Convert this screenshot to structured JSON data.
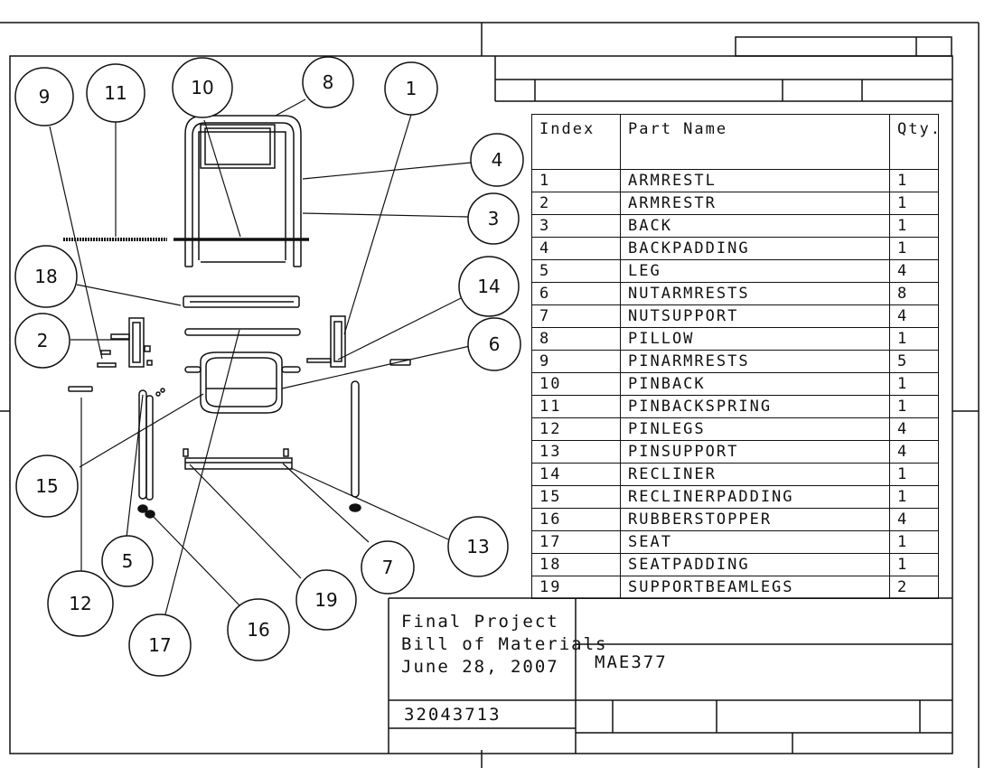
{
  "bom": {
    "headers": [
      "Index",
      "Part Name",
      "Qty."
    ],
    "rows": [
      [
        "1",
        "ARMRESTL",
        "1"
      ],
      [
        "2",
        "ARMRESTR",
        "1"
      ],
      [
        "3",
        "BACK",
        "1"
      ],
      [
        "4",
        "BACKPADDING",
        "1"
      ],
      [
        "5",
        "LEG",
        "4"
      ],
      [
        "6",
        "NUTARMRESTS",
        "8"
      ],
      [
        "7",
        "NUTSUPPORT",
        "4"
      ],
      [
        "8",
        "PILLOW",
        "1"
      ],
      [
        "9",
        "PINARMRESTS",
        "5"
      ],
      [
        "10",
        "PINBACK",
        "1"
      ],
      [
        "11",
        "PINBACKSPRING",
        "1"
      ],
      [
        "12",
        "PINLEGS",
        "4"
      ],
      [
        "13",
        "PINSUPPORT",
        "4"
      ],
      [
        "14",
        "RECLINER",
        "1"
      ],
      [
        "15",
        "RECLINERPADDING",
        "1"
      ],
      [
        "16",
        "RUBBERSTOPPER",
        "4"
      ],
      [
        "17",
        "SEAT",
        "1"
      ],
      [
        "18",
        "SEATPADDING",
        "1"
      ],
      [
        "19",
        "SUPPORTBEAMLEGS",
        "2"
      ]
    ]
  },
  "title_block": {
    "title_lines": [
      "Final Project",
      "Bill of Materials",
      "June 28, 2007"
    ],
    "course": "MAE377",
    "drawing_number": "32043713"
  },
  "balloons": [
    "9",
    "11",
    "10",
    "8",
    "1",
    "4",
    "3",
    "18",
    "14",
    "2",
    "6",
    "15",
    "13",
    "5",
    "7",
    "12",
    "19",
    "16",
    "17"
  ]
}
